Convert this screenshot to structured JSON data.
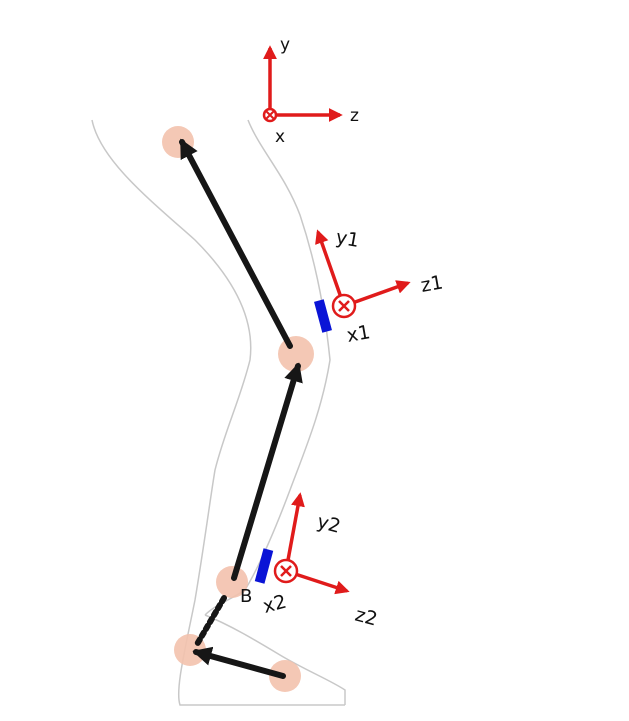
{
  "axes": {
    "world": {
      "y": "y",
      "z": "z",
      "x": "x"
    },
    "sensor1": {
      "y": "y1",
      "z": "z1",
      "x": "x1"
    },
    "sensor2": {
      "y": "y2",
      "z": "z2",
      "x": "x2"
    }
  },
  "joint_label": "B",
  "colors": {
    "axis": "#e01b1b",
    "sensor": "#0a14d6",
    "segment": "#161616",
    "joint": "#f3c2ad",
    "outline": "#bfbfbf"
  }
}
